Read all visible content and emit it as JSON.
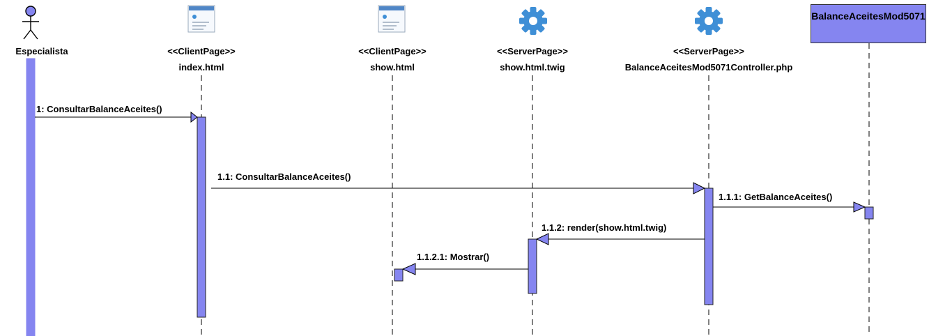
{
  "colors": {
    "activation": "#8585f0",
    "icon_gear": "#3f8fd6",
    "line": "#000000"
  },
  "lifelines": [
    {
      "id": "especialista",
      "icon": "actor-icon",
      "stereotype": "",
      "name": "Especialista"
    },
    {
      "id": "index",
      "icon": "client-page-icon",
      "stereotype": "<<ClientPage>>",
      "name": "index.html"
    },
    {
      "id": "show",
      "icon": "client-page-icon",
      "stereotype": "<<ClientPage>>",
      "name": "show.html"
    },
    {
      "id": "twig",
      "icon": "server-page-gear-icon",
      "stereotype": "<<ServerPage>>",
      "name": "show.html.twig"
    },
    {
      "id": "controller",
      "icon": "server-page-gear-icon",
      "stereotype": "<<ServerPage>>",
      "name": "BalanceAceitesMod5071Controller.php"
    },
    {
      "id": "entity",
      "icon": "entity-box",
      "stereotype": "",
      "name": "BalanceAceitesMod5071"
    }
  ],
  "messages": [
    {
      "id": "m1",
      "label": "1: ConsultarBalanceAceites()",
      "from": "especialista",
      "to": "index"
    },
    {
      "id": "m2",
      "label": "1.1: ConsultarBalanceAceites()",
      "from": "index",
      "to": "controller"
    },
    {
      "id": "m3",
      "label": "1.1.1: GetBalanceAceites()",
      "from": "controller",
      "to": "entity"
    },
    {
      "id": "m4",
      "label": "1.1.2: render(show.html.twig)",
      "from": "controller",
      "to": "twig"
    },
    {
      "id": "m5",
      "label": "1.1.2.1: Mostrar()",
      "from": "twig",
      "to": "show"
    }
  ]
}
